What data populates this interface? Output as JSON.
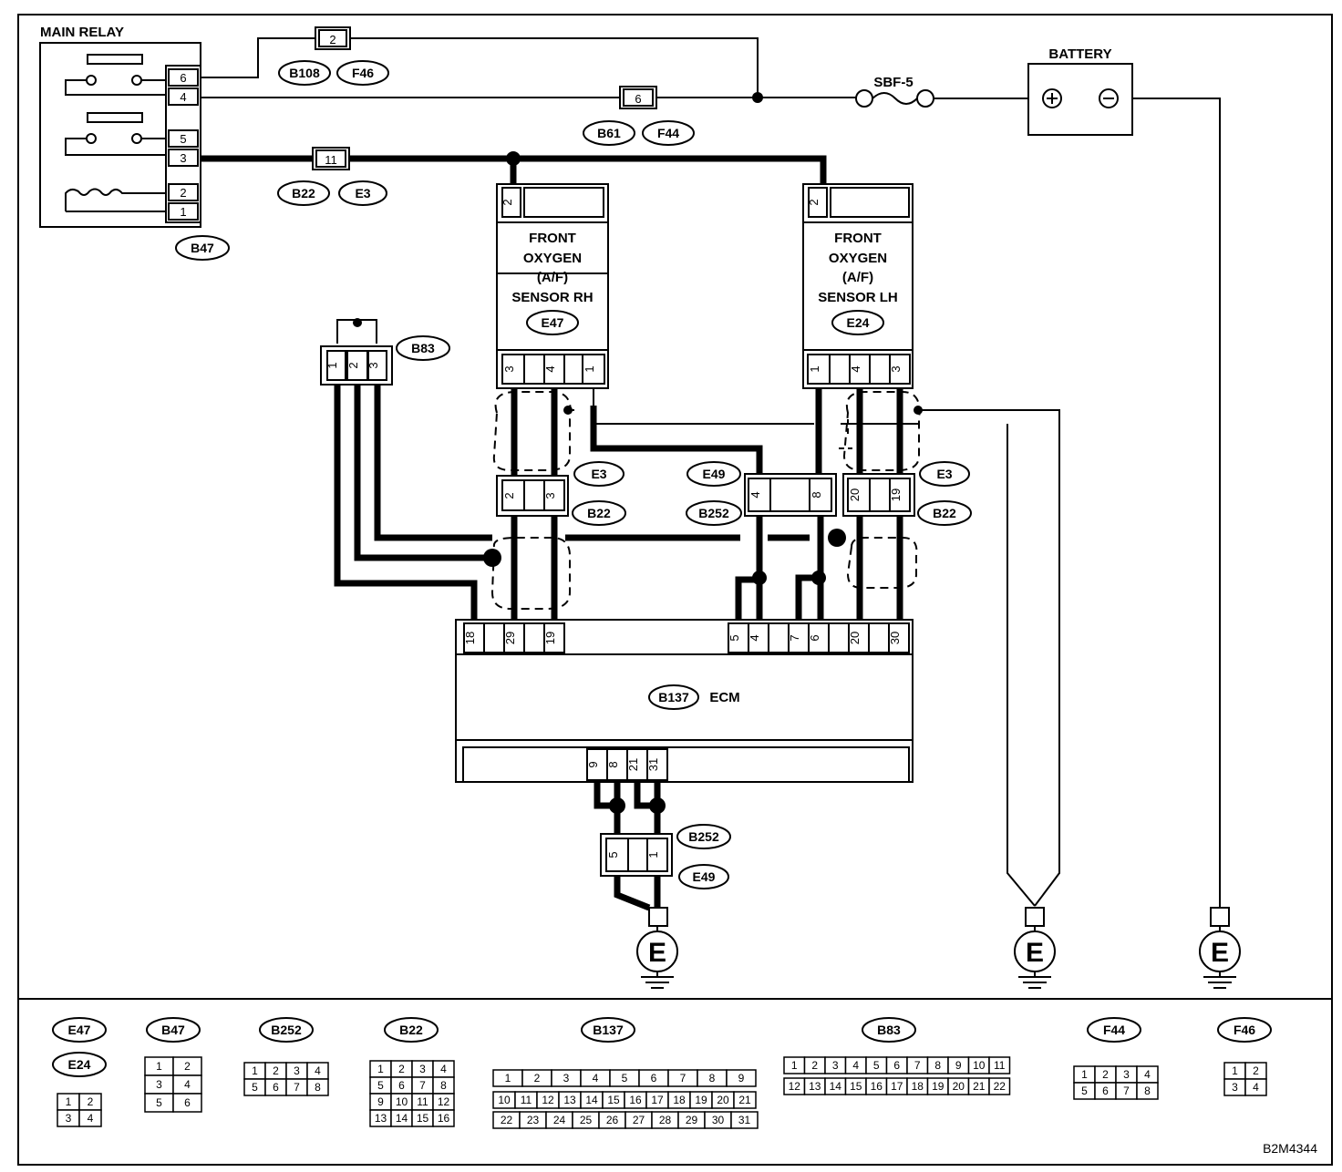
{
  "main_relay": {
    "title": "MAIN RELAY",
    "pins": [
      "6",
      "4",
      "5",
      "3",
      "2",
      "1"
    ],
    "connector": "B47"
  },
  "battery": {
    "title": "BATTERY"
  },
  "fuse": {
    "label": "SBF-5"
  },
  "inline_connectors": [
    {
      "pin": "2",
      "codes": [
        "B108",
        "F46"
      ]
    },
    {
      "pin": "6",
      "codes": [
        "B61",
        "F44"
      ]
    },
    {
      "pin": "11",
      "codes": [
        "B22",
        "E3"
      ]
    }
  ],
  "sensor_rh": {
    "lines": [
      "FRONT",
      "OXYGEN",
      "(A/F)",
      "SENSOR RH"
    ],
    "code": "E47",
    "top_pin": "2",
    "bottom_pins": [
      "3",
      "4",
      "1"
    ]
  },
  "sensor_lh": {
    "lines": [
      "FRONT",
      "OXYGEN",
      "(A/F)",
      "SENSOR LH"
    ],
    "code": "E24",
    "top_pin": "2",
    "bottom_pins": [
      "1",
      "4",
      "3"
    ]
  },
  "b83": {
    "code": "B83",
    "pins": [
      "1",
      "2",
      "3"
    ]
  },
  "mid_connectors": {
    "left": {
      "pins": [
        "2",
        "3"
      ],
      "codes": [
        "E3",
        "B22"
      ]
    },
    "center": {
      "pins": [
        "4",
        "8"
      ],
      "codes": [
        "E49",
        "B252"
      ]
    },
    "right": {
      "pins": [
        "20",
        "19"
      ],
      "codes": [
        "E3",
        "B22"
      ]
    }
  },
  "ecm": {
    "code": "B137",
    "label": "ECM",
    "top_pins": [
      "18",
      "29",
      "19",
      "5",
      "4",
      "7",
      "6",
      "20",
      "30"
    ],
    "bottom_pins": [
      "9",
      "8",
      "21",
      "31"
    ]
  },
  "ground_connector": {
    "pins": [
      "5",
      "1"
    ],
    "codes": [
      "B252",
      "E49"
    ]
  },
  "ground_symbol": "E",
  "legend": {
    "E47": "E47",
    "E24": "E24",
    "B47": "B47",
    "B252": "B252",
    "B22": "B22",
    "B137": "B137",
    "B83": "B83",
    "F44": "F44",
    "F46": "F46",
    "grid_e47": [
      [
        "1",
        "2"
      ],
      [
        "3",
        "4"
      ]
    ],
    "grid_b47": [
      [
        "1",
        "2"
      ],
      [
        "3",
        "4"
      ],
      [
        "5",
        "6"
      ]
    ],
    "grid_b252": [
      [
        "1",
        "2",
        "3",
        "4"
      ],
      [
        "5",
        "6",
        "7",
        "8"
      ]
    ],
    "grid_b22": [
      [
        "1",
        "2",
        "3",
        "4"
      ],
      [
        "5",
        "6",
        "7",
        "8"
      ],
      [
        "9",
        "10",
        "11",
        "12"
      ],
      [
        "13",
        "14",
        "15",
        "16"
      ]
    ],
    "grid_b137_r1": [
      "1",
      "2",
      "3",
      "4",
      "5",
      "6",
      "7",
      "8",
      "9"
    ],
    "grid_b137_r2": [
      "10",
      "11",
      "12",
      "13",
      "14",
      "15",
      "16",
      "17",
      "18",
      "19",
      "20",
      "21"
    ],
    "grid_b137_r3": [
      "22",
      "23",
      "24",
      "25",
      "26",
      "27",
      "28",
      "29",
      "30",
      "31"
    ],
    "grid_b83_r1": [
      "1",
      "2",
      "3",
      "4",
      "5",
      "6",
      "7",
      "8",
      "9",
      "10",
      "11"
    ],
    "grid_b83_r2": [
      "12",
      "13",
      "14",
      "15",
      "16",
      "17",
      "18",
      "19",
      "20",
      "21",
      "22"
    ],
    "grid_f44": [
      [
        "1",
        "2",
        "3",
        "4"
      ],
      [
        "5",
        "6",
        "7",
        "8"
      ]
    ],
    "grid_f46": [
      [
        "1",
        "2"
      ],
      [
        "3",
        "4"
      ]
    ]
  },
  "figure_id": "B2M4344"
}
